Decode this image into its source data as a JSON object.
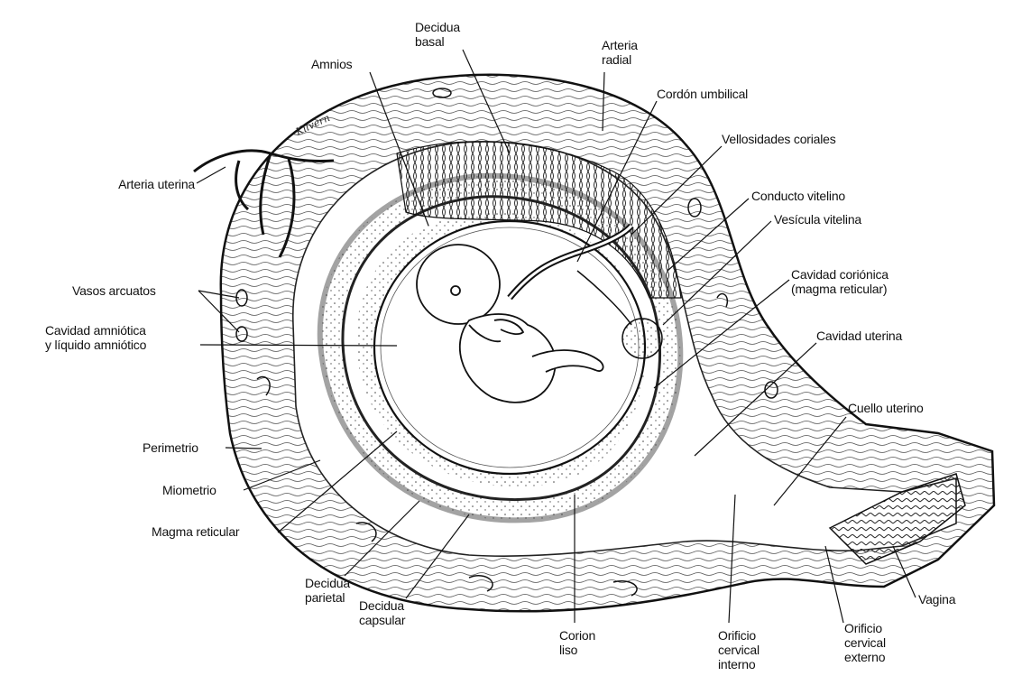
{
  "labels": {
    "decidua_basal": [
      "Decidua",
      "basal"
    ],
    "arteria_radial": [
      "Arteria",
      "radial"
    ],
    "amnios": "Amnios",
    "cordon_umbilical": "Cordón umbilical",
    "vellosidades_coriales": "Vellosidades coriales",
    "arteria_uterina": "Arteria uterina",
    "conducto_vitelino": "Conducto vitelino",
    "vesicula_vitelina": "Vesícula vitelina",
    "cavidad_corionica": [
      "Cavidad coriónica",
      "(magma reticular)"
    ],
    "vasos_arcuatos": "Vasos arcuatos",
    "cavidad_amniotica": [
      "Cavidad amniótica",
      "y líquido amniótico"
    ],
    "cavidad_uterina": "Cavidad uterina",
    "cuello_uterino": "Cuello uterino",
    "perimetrio": "Perimetrio",
    "miometrio": "Miometrio",
    "magma_reticular": "Magma reticular",
    "decidua_parietal": [
      "Decidua",
      "parietal"
    ],
    "decidua_capsular": [
      "Decidua",
      "capsular"
    ],
    "corion_liso": [
      "Corion",
      "liso"
    ],
    "orificio_cervical_interno": [
      "Orificio",
      "cervical",
      "interno"
    ],
    "orificio_cervical_externo": [
      "Orificio",
      "cervical",
      "externo"
    ],
    "vagina": "Vagina"
  },
  "signature": "Kilvern"
}
